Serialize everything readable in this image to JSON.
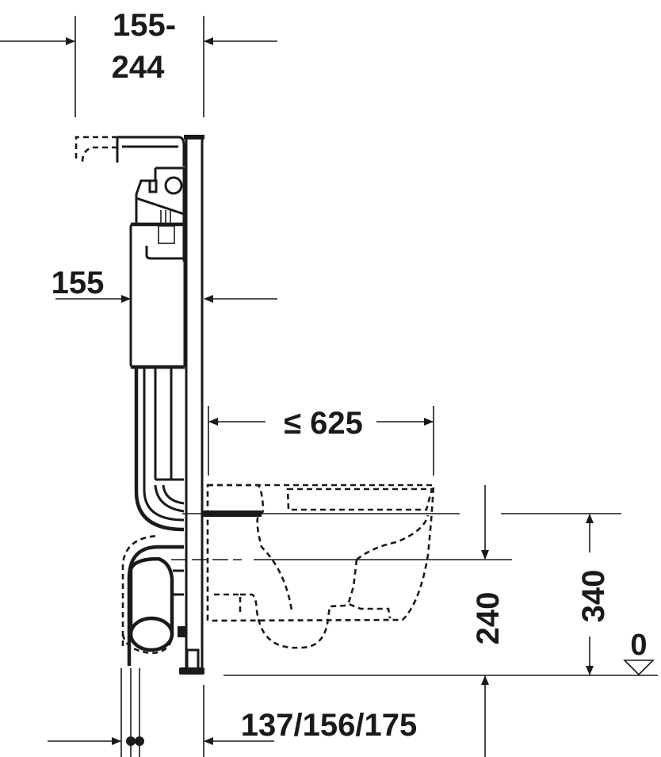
{
  "diagram": {
    "type": "wall-hung toilet installation element, side elevation",
    "colors": {
      "line": "#1a1a1a",
      "background": "#ffffff"
    },
    "dimensions": {
      "frame_depth_top": {
        "line1": "155-",
        "line2": "244"
      },
      "cistern_depth": "155",
      "bowl_projection": "≤ 625",
      "bowl_outlet_height": "240",
      "seat_height": "340",
      "floor_reference": "0",
      "bottom_offsets": "137/156/175"
    },
    "symbols": {
      "floor_level": "triangle-datum-icon"
    }
  }
}
